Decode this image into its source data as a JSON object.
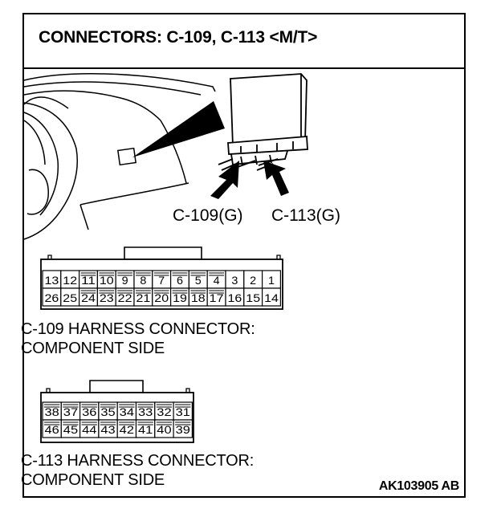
{
  "title": "CONNECTORS: C-109, C-113 <M/T>",
  "figure_ref": "AK103905 AB",
  "callouts": {
    "c109": "C-109(G)",
    "c113": "C-113(G)"
  },
  "c109": {
    "top_pins": [
      "13",
      "12",
      "11",
      "10",
      "9",
      "8",
      "7",
      "6",
      "5",
      "4",
      "3",
      "2",
      "1"
    ],
    "bottom_pins": [
      "26",
      "25",
      "24",
      "23",
      "22",
      "21",
      "20",
      "19",
      "18",
      "17",
      "16",
      "15",
      "14"
    ],
    "caption_line1": "C-109 HARNESS CONNECTOR:",
    "caption_line2": "COMPONENT SIDE"
  },
  "c113": {
    "top_pins": [
      "38",
      "37",
      "36",
      "35",
      "34",
      "33",
      "32",
      "31"
    ],
    "bottom_pins": [
      "46",
      "45",
      "44",
      "43",
      "42",
      "41",
      "40",
      "39"
    ],
    "caption_line1": "C-113 HARNESS CONNECTOR:",
    "caption_line2": "COMPONENT SIDE"
  }
}
